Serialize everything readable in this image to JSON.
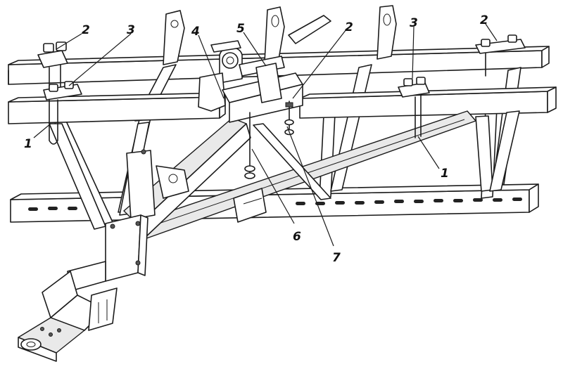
{
  "callouts": [
    {
      "id": "c1a",
      "text": "2"
    },
    {
      "id": "c1b",
      "text": "3"
    },
    {
      "id": "c1c",
      "text": "1"
    },
    {
      "id": "c2a",
      "text": "4"
    },
    {
      "id": "c2b",
      "text": "5"
    },
    {
      "id": "c2c",
      "text": "2"
    },
    {
      "id": "c3a",
      "text": "3"
    },
    {
      "id": "c3b",
      "text": "2"
    },
    {
      "id": "c3c",
      "text": "1"
    },
    {
      "id": "c4a",
      "text": "6"
    },
    {
      "id": "c4b",
      "text": "7"
    }
  ],
  "colors": {
    "ink": "#1b1b1b",
    "paper": "#ffffff"
  }
}
